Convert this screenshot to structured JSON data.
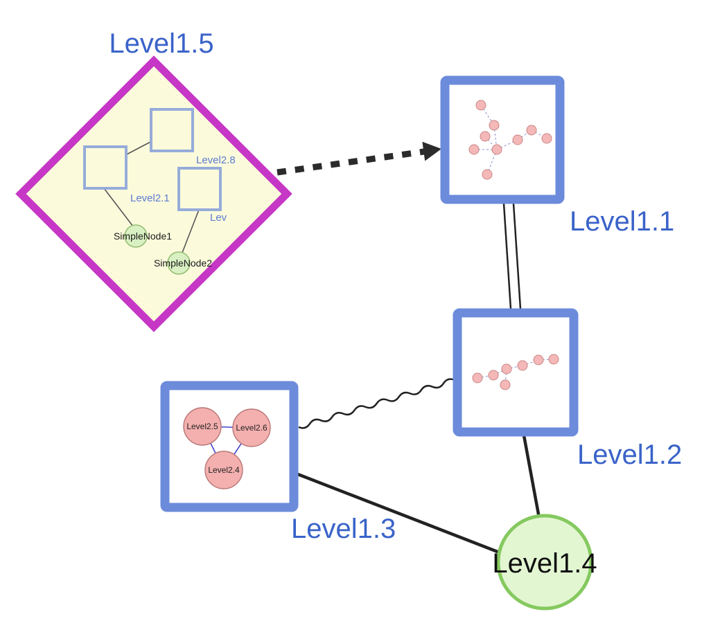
{
  "diagram": {
    "type": "nested-graph",
    "colors": {
      "label_blue": "#3A63C9",
      "diamond_border": "#C637C6",
      "diamond_fill": "#FBFBDC",
      "group_box_border": "#6C8BDB",
      "inner_square_border": "#96ACD9",
      "green_fill": "#E1F4CF",
      "green_border": "#8BC868",
      "pink_fill": "#F5B8B8",
      "pink_border": "#C98585",
      "edge_color": "#222222"
    },
    "nodes": {
      "level15": {
        "label": "Level1.5",
        "shape": "diamond",
        "children": {
          "square_labels": [
            "Level2.8",
            "Level2.1",
            "Lev"
          ],
          "simple_nodes": [
            "SimpleNode1",
            "SimpleNode2"
          ]
        }
      },
      "level11": {
        "label": "Level1.1",
        "shape": "square-group"
      },
      "level12": {
        "label": "Level1.2",
        "shape": "square-group"
      },
      "level13": {
        "label": "Level1.3",
        "shape": "square-group",
        "children": [
          "Level2.5",
          "Level2.6",
          "Level2.4"
        ]
      },
      "level14": {
        "label": "Level1.4",
        "shape": "circle"
      }
    },
    "edges": [
      {
        "from": "Level1.5",
        "to": "Level1.1",
        "style": "bold-dashed-arrow"
      },
      {
        "from": "Level1.1",
        "to": "Level1.2",
        "style": "double-line"
      },
      {
        "from": "Level1.3",
        "to": "Level1.2",
        "style": "wavy"
      },
      {
        "from": "Level1.3",
        "to": "Level1.4",
        "style": "solid"
      },
      {
        "from": "Level1.2",
        "to": "Level1.4",
        "style": "solid"
      }
    ]
  }
}
